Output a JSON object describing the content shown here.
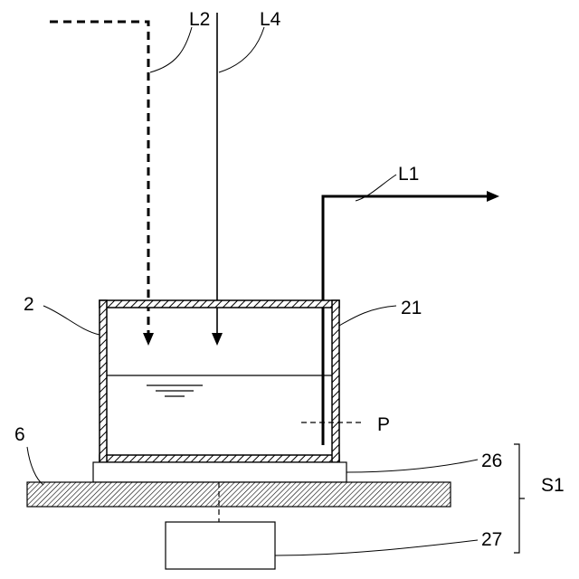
{
  "labels": {
    "l2": "L2",
    "l4": "L4",
    "l1": "L1",
    "tank": "2",
    "wall": "21",
    "p": "P",
    "base": "6",
    "plate": "26",
    "unit": "27",
    "s1": "S1"
  },
  "colors": {
    "line": "#000000",
    "background": "#ffffff"
  }
}
